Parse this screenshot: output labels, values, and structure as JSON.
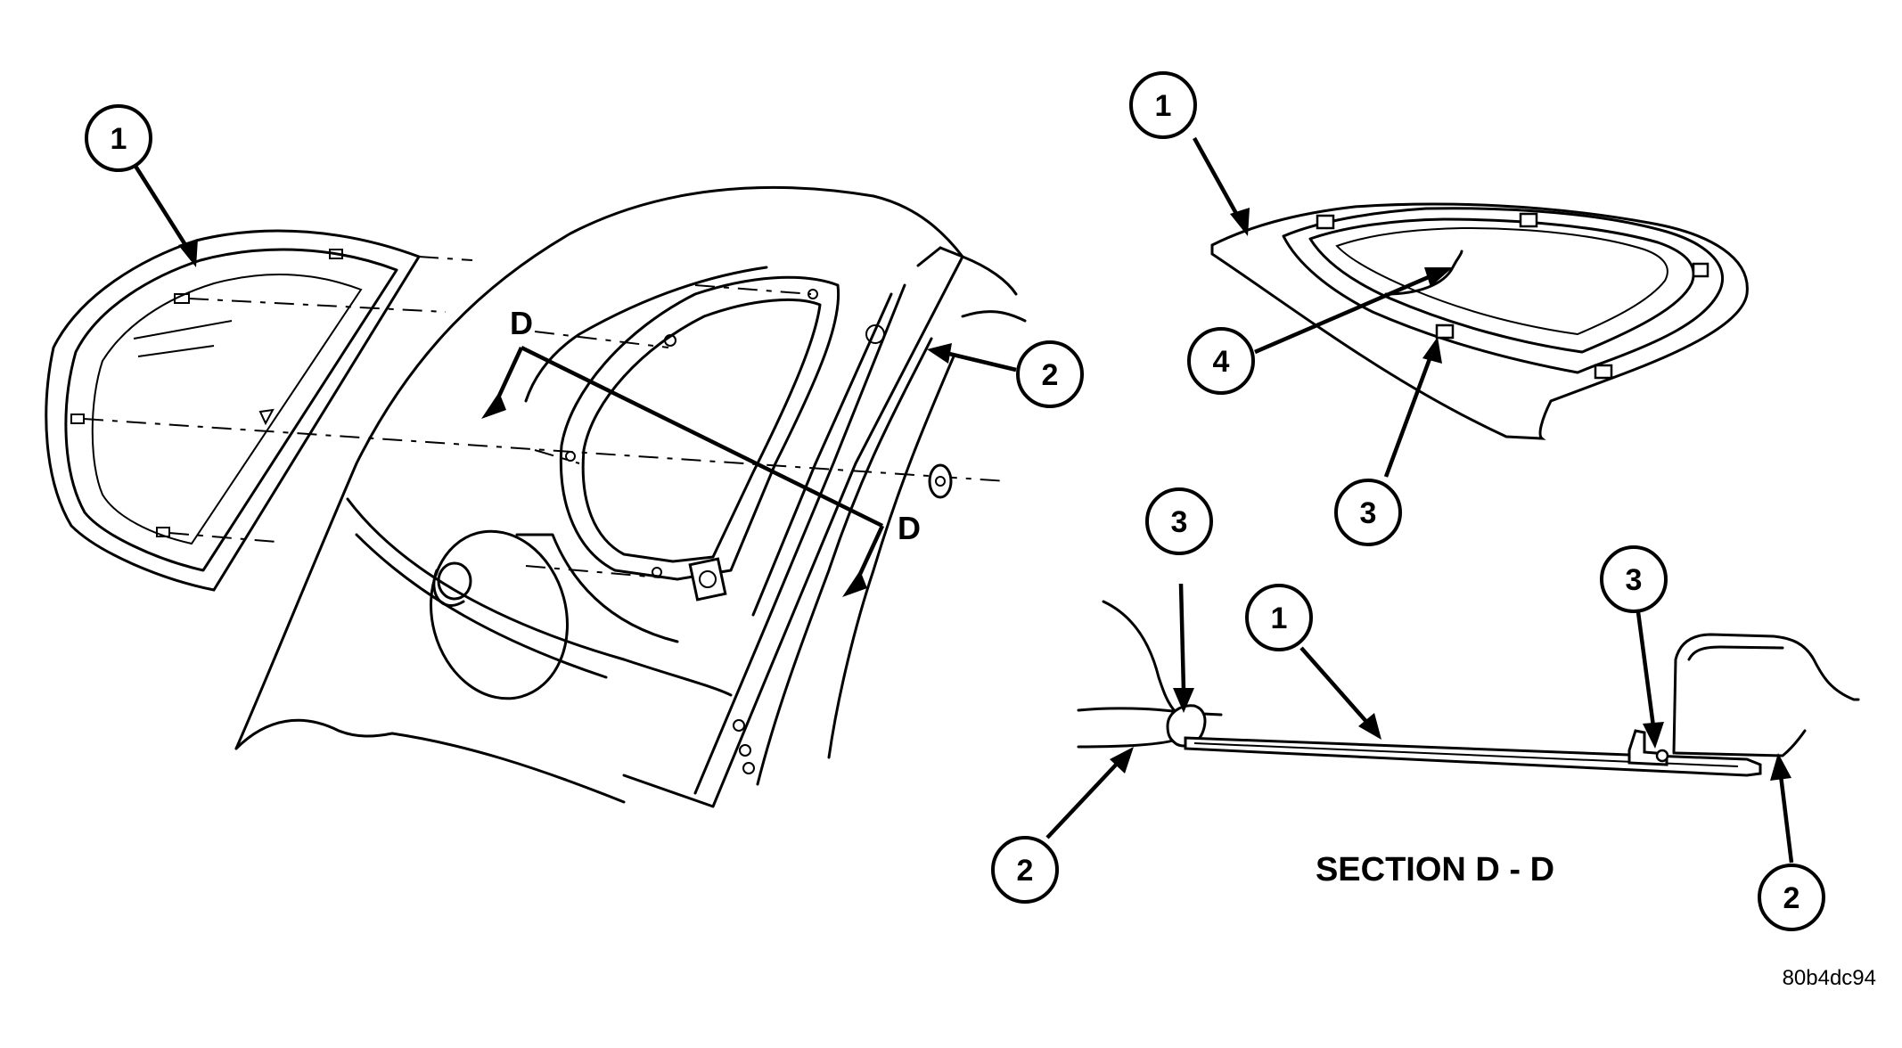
{
  "callouts": {
    "left_glass": "1",
    "left_body": "2",
    "inset_glass": "1",
    "inset_seal": "4",
    "inset_clip": "3",
    "section_clip_left": "3",
    "section_glass": "1",
    "section_clip_right": "3",
    "section_body_left": "2",
    "section_body_right": "2"
  },
  "section_markers": {
    "top": "D",
    "bottom": "D"
  },
  "section_title": "SECTION D - D",
  "figure_code": "80b4dc94"
}
